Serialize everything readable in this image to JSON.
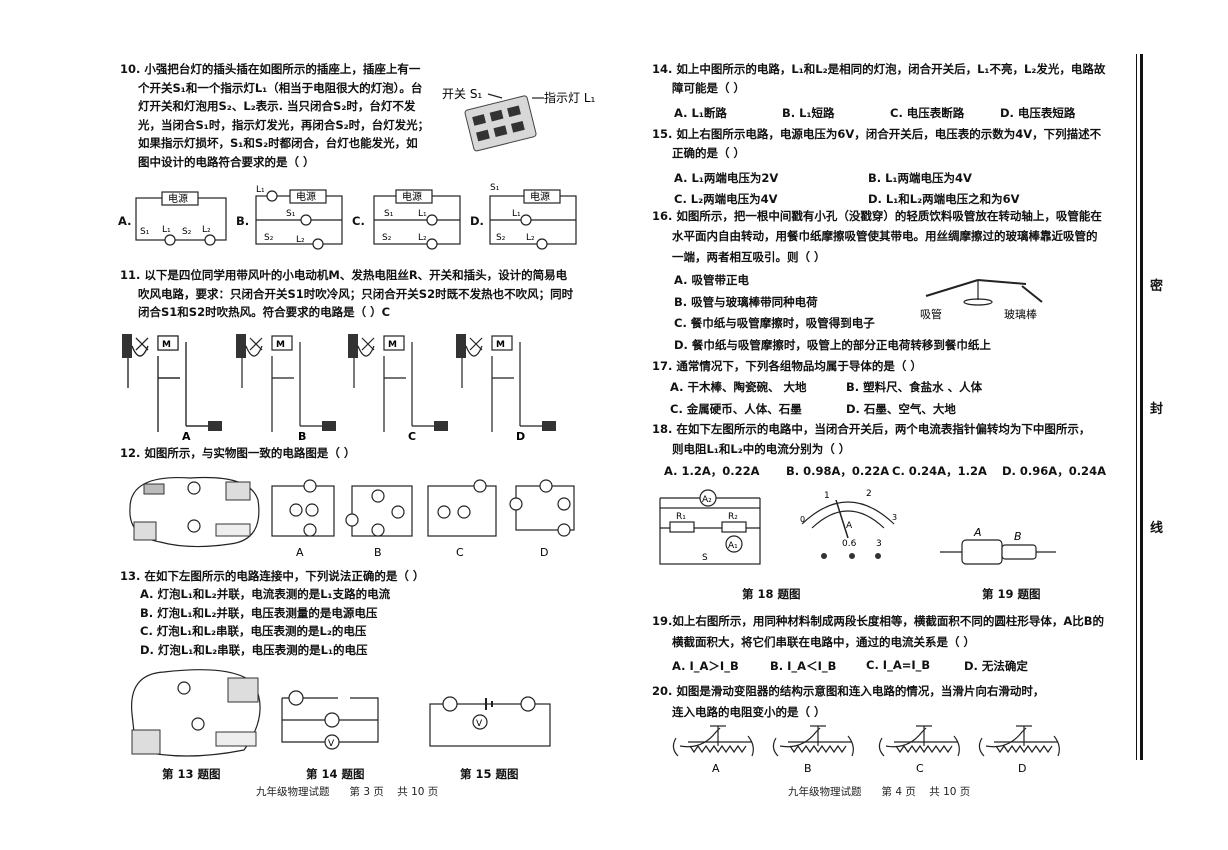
{
  "left": {
    "q10": {
      "lines": [
        "10. 小强把台灯的插头插在如图所示的插座上，插座上有一",
        "个开关S₁和一个指示灯L₁（相当于电阻很大的灯泡）。台",
        "灯开关和灯泡用S₂、L₂表示. 当只闭合S₂时，台灯不发",
        "光，当闭合S₁时，指示灯发光，再闭合S₂时，台灯发光；",
        "如果指示灯损坏，S₁和S₂时都闭合，台灯也能发光，如",
        "图中设计的电路符合要求的是（    ）"
      ],
      "fig_switch": "开关 S₁",
      "fig_lamp": "指示灯 L₁",
      "options": [
        "A.",
        "B.",
        "C.",
        "D."
      ],
      "power": "电源",
      "labels": {
        "s1": "S₁",
        "s2": "S₂",
        "l1": "L₁",
        "l2": "L₂"
      }
    },
    "q11": {
      "lines": [
        "11. 以下是四位同学用带风叶的小电动机M、发热电阻丝R、开关和插头，设计的简易电",
        "吹风电路，要求：只闭合开关S1时吹冷风；只闭合开关S2时既不发热也不吹风；同时",
        "闭合S1和S2时吹热风。符合要求的电路是（       ）C"
      ],
      "options": [
        "A",
        "B",
        "C",
        "D"
      ]
    },
    "q12": {
      "lines": [
        "12. 如图所示，与实物图一致的电路图是（ ）"
      ],
      "options": [
        "A",
        "B",
        "C",
        "D"
      ]
    },
    "q13": {
      "lines": [
        "13. 在如下左图所示的电路连接中，下列说法正确的是（      ）"
      ],
      "options": [
        "A.   灯泡L₁和L₂并联，电流表测的是L₁支路的电流",
        "B.   灯泡L₁和L₂并联，电压表测量的是电源电压",
        "C.   灯泡L₁和L₂串联，电压表测的是L₂的电压",
        "D.   灯泡L₁和L₂串联，电压表测的是L₁的电压"
      ]
    },
    "captions": [
      "第 13 题图",
      "第 14 题图",
      "第 15 题图"
    ],
    "footer": {
      "subject": "九年级物理试题",
      "page": "第 3 页",
      "total": "共 10 页"
    }
  },
  "right": {
    "q14": {
      "lines": [
        "14. 如上中图所示的电路，L₁和L₂是相同的灯泡，闭合开关后，L₁不亮，L₂发光，电路故",
        "障可能是（      ）"
      ],
      "options": [
        "A. L₁断路",
        "B. L₁短路",
        "C. 电压表断路",
        "D. 电压表短路"
      ]
    },
    "q15": {
      "lines": [
        "15. 如上右图所示电路，电源电压为6V，闭合开关后，电压表的示数为4V，下列描述不",
        "正确的是（      ）"
      ],
      "options": [
        "A. L₁两端电压为2V",
        "B. L₁两端电压为4V",
        "C. L₂两端电压为4V",
        "D. L₁和L₂两端电压之和为6V"
      ]
    },
    "q16": {
      "lines": [
        "16. 如图所示，把一根中间戳有小孔（没戳穿）的轻质饮料吸管放在转动轴上，吸管能在",
        "水平面内自由转动，用餐巾纸摩擦吸管使其带电。用丝绸摩擦过的玻璃棒靠近吸管的",
        "一端，两者相互吸引。则（      ）"
      ],
      "options": [
        "A. 吸管带正电",
        "B. 吸管与玻璃棒带同种电荷",
        "C. 餐巾纸与吸管摩擦时，吸管得到电子",
        "D. 餐巾纸与吸管摩擦时，吸管上的部分正电荷转移到餐巾纸上"
      ],
      "fig_straw": "吸管",
      "fig_rod": "玻璃棒"
    },
    "q17": {
      "lines": [
        "17. 通常情况下，下列各组物品均属于导体的是（      ）"
      ],
      "options": [
        "A. 干木棒、陶瓷碗、 大地",
        "B. 塑料尺、食盐水 、人体",
        "C. 金属硬币、人体、石墨",
        "D. 石墨、空气、大地"
      ]
    },
    "q18": {
      "lines": [
        "18. 在如下左图所示的电路中，当闭合开关后，两个电流表指针偏转均为下中图所示，",
        "则电阻L₁和L₂中的电流分别为（        ）"
      ],
      "options": [
        "A. 1.2A，0.22A",
        "B. 0.98A，0.22A",
        "C. 0.24A，1.2A",
        "D. 0.96A，0.24A"
      ]
    },
    "captions": [
      "第 18 题图",
      "第 19 题图"
    ],
    "q19": {
      "lines": [
        "19.如上右图所示，用同种材料制成两段长度相等，横截面积不同的圆柱形导体，A比B的",
        "横截面积大，将它们串联在电路中，通过的电流关系是（      ）"
      ],
      "options": [
        "A. I_A＞I_B",
        "B. I_A＜I_B",
        "C. I_A=I_B",
        "D. 无法确定"
      ]
    },
    "q20": {
      "lines": [
        "20. 如图是滑动变阻器的结构示意图和连入电路的情况，当滑片向右滑动时，",
        "连入电路的电阻变小的是（       ）"
      ],
      "options": [
        "A",
        "B",
        "C",
        "D"
      ]
    },
    "footer": {
      "subject": "九年级物理试题",
      "page": "第 4 页",
      "total": "共 10 页"
    }
  },
  "binding": [
    "密",
    "封",
    "线"
  ]
}
